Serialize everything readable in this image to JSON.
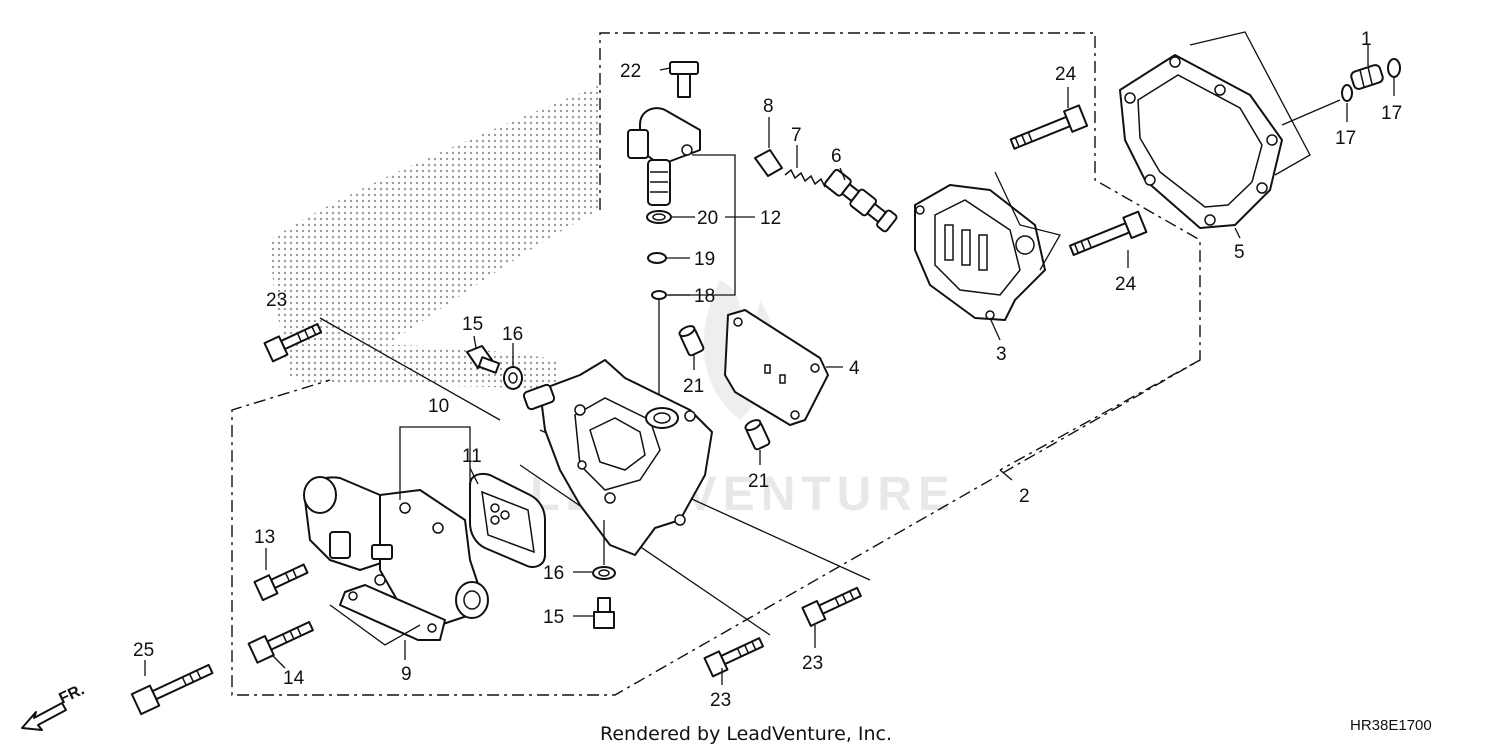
{
  "callouts": {
    "c1": "1",
    "c2": "2",
    "c3": "3",
    "c4": "4",
    "c5": "5",
    "c6": "6",
    "c7": "7",
    "c8": "8",
    "c9": "9",
    "c10": "10",
    "c11": "11",
    "c12": "12",
    "c13": "13",
    "c14": "14",
    "c15a": "15",
    "c15b": "15",
    "c16a": "16",
    "c16b": "16",
    "c17a": "17",
    "c17b": "17",
    "c18": "18",
    "c19": "19",
    "c20": "20",
    "c21a": "21",
    "c21b": "21",
    "c22": "22",
    "c23a": "23",
    "c23b": "23",
    "c23c": "23",
    "c24a": "24",
    "c24b": "24",
    "c25": "25"
  },
  "footer": {
    "rendered_by": "Rendered by LeadVenture, Inc.",
    "diagram_code": "HR38E1700"
  },
  "direction_marker": {
    "label": "FR."
  },
  "watermark": {
    "text": "LEADVENTURE"
  },
  "colors": {
    "ink": "#111111",
    "background": "#ffffff",
    "watermark": "#e8e8e8",
    "dots": "#9a9a9a"
  },
  "icons": {
    "direction": "arrow-icon",
    "watermark_logo": "flame-logo"
  }
}
